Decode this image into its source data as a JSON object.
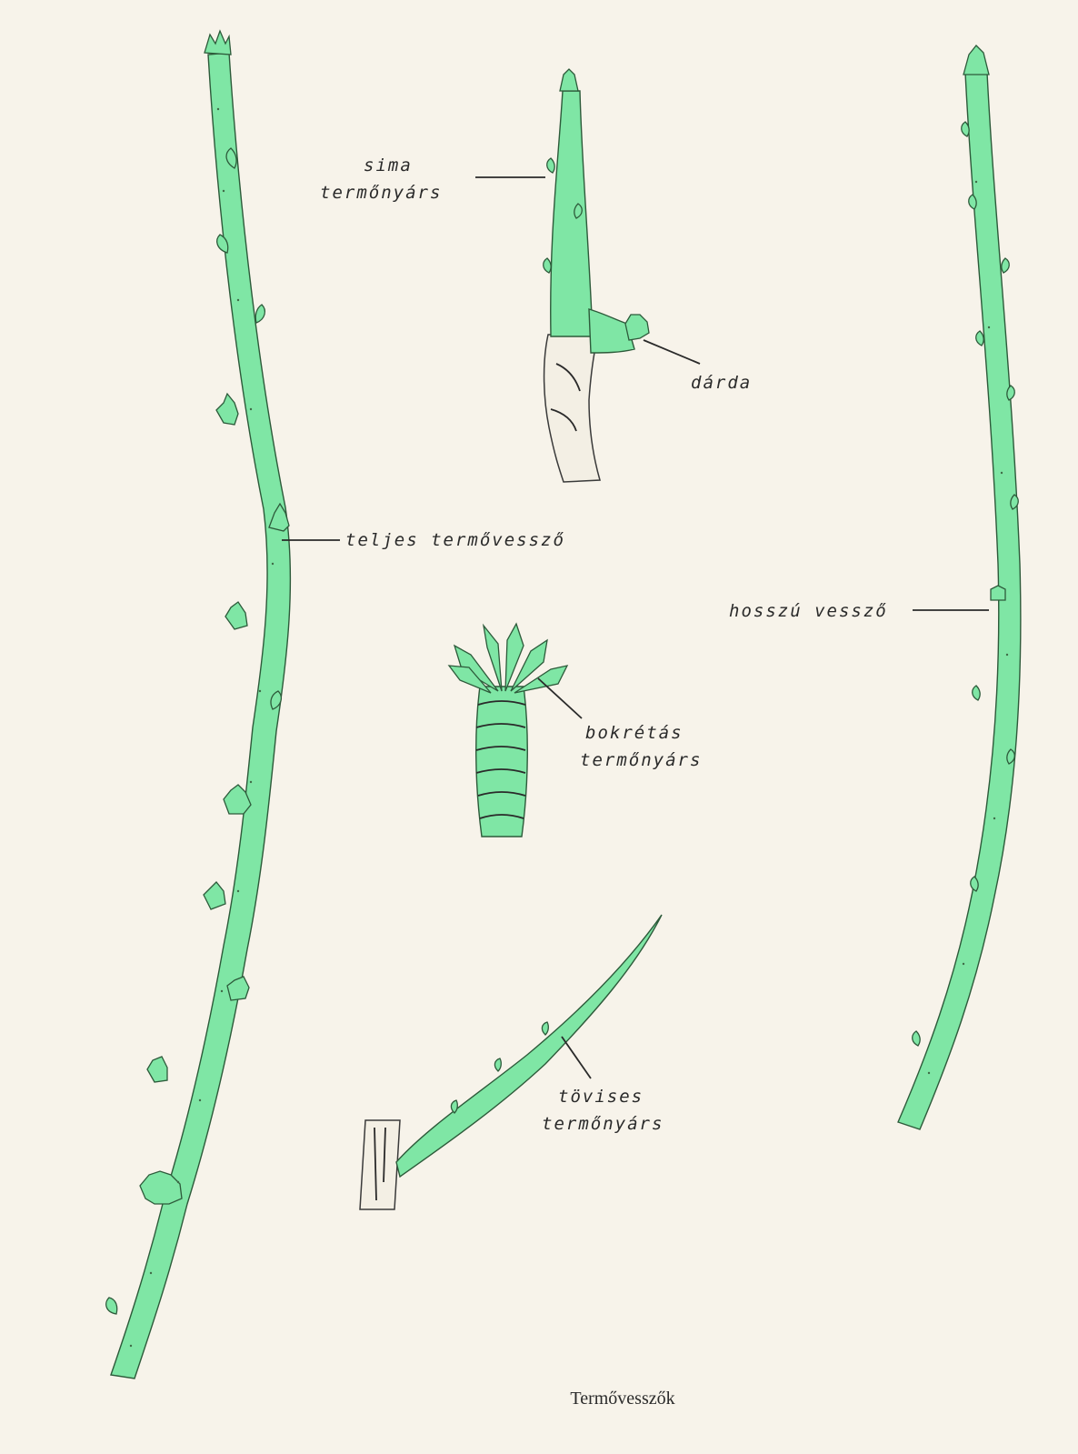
{
  "figure": {
    "caption": "Termővesszők",
    "colors": {
      "shoot": "#7fe6a5",
      "shoot_outline": "#2d5a3a",
      "old_wood": "#f3efe4",
      "ink": "#2a2a2a",
      "paper": "#f7f3ea"
    },
    "labels": {
      "sima_line1": "sima",
      "sima_line2": "termőnyárs",
      "darda": "dárda",
      "teljes": "teljes termővessző",
      "hosszu": "hosszú vessző",
      "bokretas_line1": "bokrétás",
      "bokretas_line2": "termőnyárs",
      "tovises_line1": "tövises",
      "tovises_line2": "termőnyárs"
    }
  }
}
